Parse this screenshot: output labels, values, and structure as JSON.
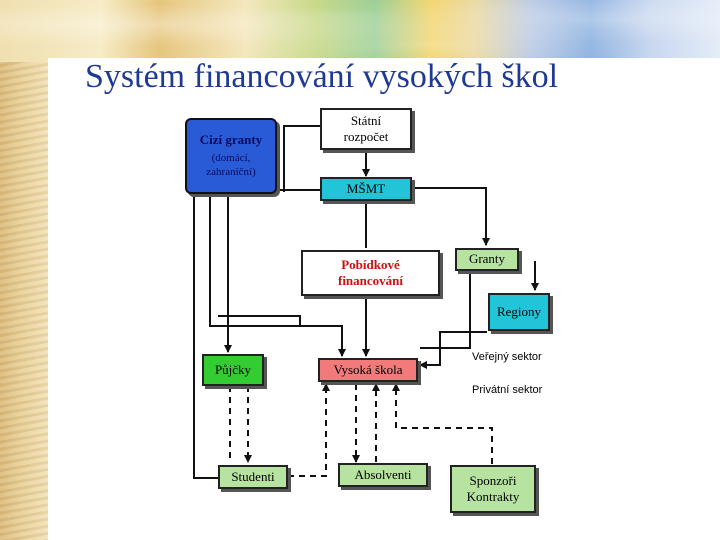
{
  "slide": {
    "title": "Systém financování vysokých škol"
  },
  "diagram": {
    "cizi_granty": {
      "title": "Cizí granty",
      "sub1": "(domácí,",
      "sub2": "zahraniční)"
    },
    "statni_rozpocet": {
      "line1": "Státní",
      "line2": "rozpočet"
    },
    "msmt": {
      "label": "MŠMT"
    },
    "pobidkove": {
      "line1": "Pobídkové",
      "line2": "financování"
    },
    "granty": {
      "label": "Granty"
    },
    "regiony": {
      "label": "Regiony"
    },
    "pujcky": {
      "label": "Půjčky"
    },
    "vysoka_skola": {
      "label": "Vysoká škola"
    },
    "verejny_sektor": {
      "label": "Veřejný sektor"
    },
    "privatni_sektor": {
      "label": "Privátní sektor"
    },
    "studenti": {
      "label": "Studenti"
    },
    "absolventi": {
      "label": "Absolventi"
    },
    "sponzori": {
      "line1": "Sponzoři",
      "line2": "Kontrakty"
    },
    "colors": {
      "cizi_granty_fill": "#2a5bd7",
      "cizi_granty_text": "#0a0a5a",
      "msmt_fill": "#22c4d8",
      "regiony_fill": "#22c4d8",
      "granty_fill": "#b7e3a0",
      "pujcky_fill": "#33cc33",
      "vysoka_fill": "#f37a7a",
      "pobidkove_text": "#cc1111",
      "studenti_fill": "#b7e3a0",
      "absolventi_fill": "#b7e3a0",
      "sponzori_fill": "#b7e3a0"
    }
  }
}
